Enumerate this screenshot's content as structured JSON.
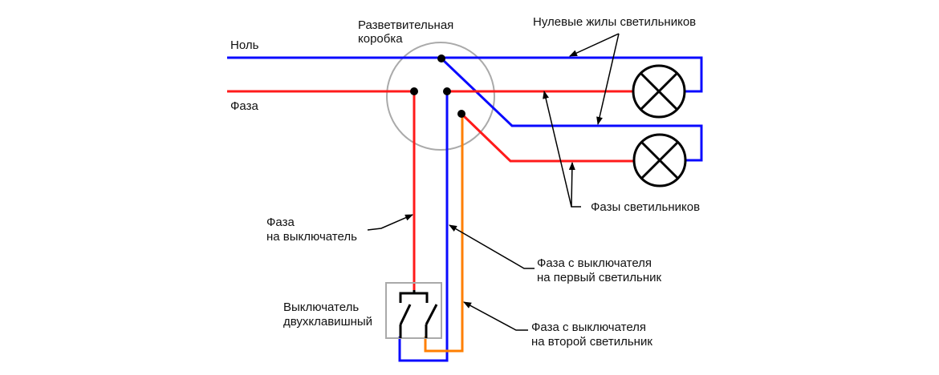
{
  "colors": {
    "neutral": "#0a0aff",
    "phase": "#ff1a1a",
    "switched_phase_2": "#ff7f00",
    "box": "#aaaaaa",
    "ink": "#000000"
  },
  "labels": {
    "neutral": "Ноль",
    "phase": "Фаза",
    "junction_box_line1": "Разветвительная",
    "junction_box_line2": "коробка",
    "lamp_neutrals": "Нулевые жилы светильников",
    "lamp_phases": "Фазы светильников",
    "phase_to_switch_line1": "Фаза",
    "phase_to_switch_line2": "на выключатель",
    "switch_line1": "Выключатель",
    "switch_line2": "двухклавишный",
    "phase_lamp1_line1": "Фаза с выключателя",
    "phase_lamp1_line2": "на первый светильник",
    "phase_lamp2_line1": "Фаза с выключателя",
    "phase_lamp2_line2": "на второй светильник"
  },
  "components": {
    "junction_box": "junction-box",
    "lamps": [
      "lamp-1",
      "lamp-2"
    ],
    "switch": "two-gang-switch"
  }
}
